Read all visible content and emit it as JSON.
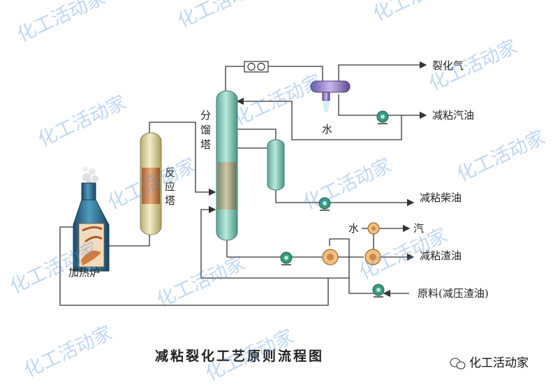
{
  "title": "减粘裂化工艺原则流程图",
  "brand": "化工活动家",
  "watermark": "化工活动家",
  "equipment": {
    "furnace": "加热炉",
    "reactor": [
      "反",
      "应",
      "塔"
    ],
    "fractionator": [
      "分",
      "馏",
      "塔"
    ]
  },
  "labels": {
    "cracked_gas": "裂化气",
    "gasoline": "减粘汽油",
    "water_top": "水",
    "diesel": "减粘柴油",
    "water_hx": "水",
    "steam": "汽",
    "residue": "减粘渣油",
    "feed": "原料(减压渣油)"
  },
  "colors": {
    "column": "#8fcfc0",
    "reactor": "#e0d8a0",
    "furnace": "#2c6b8a",
    "pump": "#3a9a80",
    "separator": "#9a80c8",
    "watermark": "#4a90e2"
  }
}
